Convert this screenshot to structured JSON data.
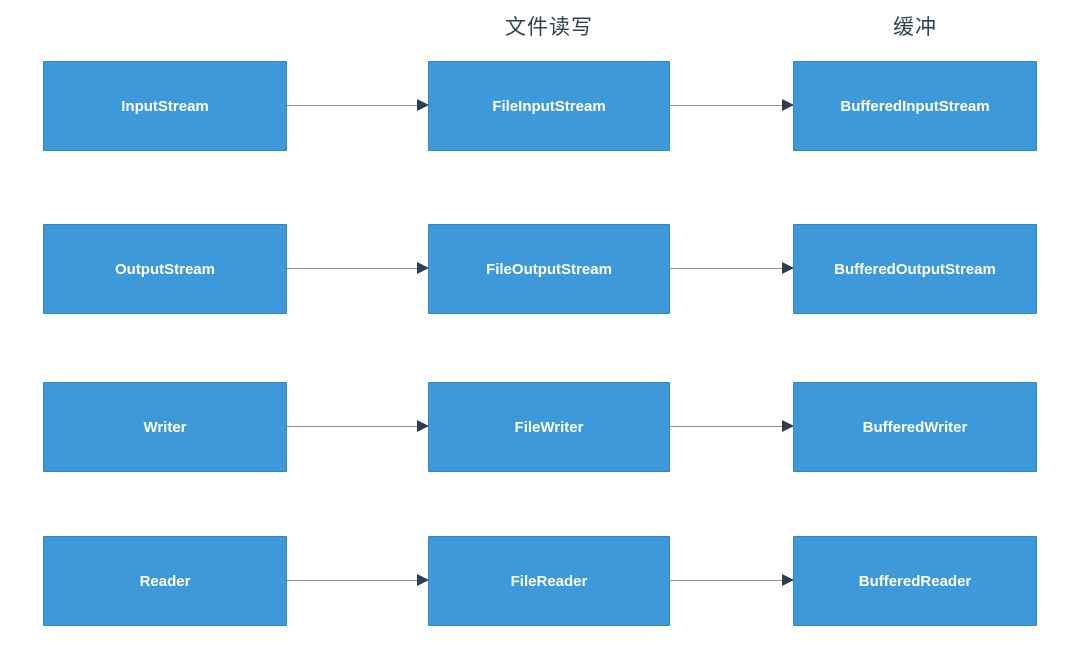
{
  "diagram": {
    "column_headers": [
      {
        "label": "文件读写"
      },
      {
        "label": "缓冲"
      }
    ],
    "rows": [
      {
        "cells": [
          "InputStream",
          "FileInputStream",
          "BufferedInputStream"
        ]
      },
      {
        "cells": [
          "OutputStream",
          "FileOutputStream",
          "BufferedOutputStream"
        ]
      },
      {
        "cells": [
          "Writer",
          "FileWriter",
          "BufferedWriter"
        ]
      },
      {
        "cells": [
          "Reader",
          "FileReader",
          "BufferedReader"
        ]
      }
    ],
    "colors": {
      "background": "#ffffff",
      "box_fill": "#3d99d9",
      "box_border": "#2e86c4",
      "box_text": "#ffffff",
      "header_text": "#2e4154",
      "arrow_line": "#8a9199",
      "arrow_head": "#2c3e50"
    }
  }
}
